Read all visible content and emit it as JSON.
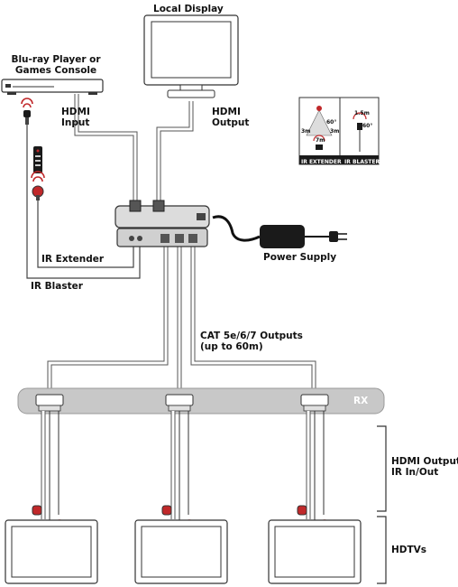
{
  "labels": {
    "local_display": "Local Display",
    "source_line1": "Blu-ray Player or",
    "source_line2": "Games Console",
    "hdmi_input_line1": "HDMI",
    "hdmi_input_line2": "Input",
    "hdmi_output_line1": "HDMI",
    "hdmi_output_line2": "Output",
    "ir_extender": "IR Extender",
    "ir_blaster": "IR Blaster",
    "power_supply": "Power Supply",
    "cat_line1": "CAT 5e/6/7 Outputs",
    "cat_line2": "(up to 60m)",
    "rx": "RX",
    "hdmi_outputs_ir_line1": "HDMI Outputs",
    "hdmi_outputs_ir_line2": "IR In/Out",
    "hdtvs": "HDTVs"
  },
  "ir_inset": {
    "extender_label": "IR EXTENDER",
    "blaster_label": "IR BLASTER",
    "angle_extender": "60°",
    "dist_left": "3m",
    "dist_right": "3m",
    "dist_bottom": "7m",
    "dist_blaster": "1.5m",
    "angle_blaster": "60°"
  },
  "colors": {
    "line": "#333333",
    "cable_fill": "#ffffff",
    "device_fill": "#d9d9d9",
    "rx_band": "#c8c8c8",
    "ir_red": "#c0282a",
    "power_black": "#1a1a1a"
  }
}
